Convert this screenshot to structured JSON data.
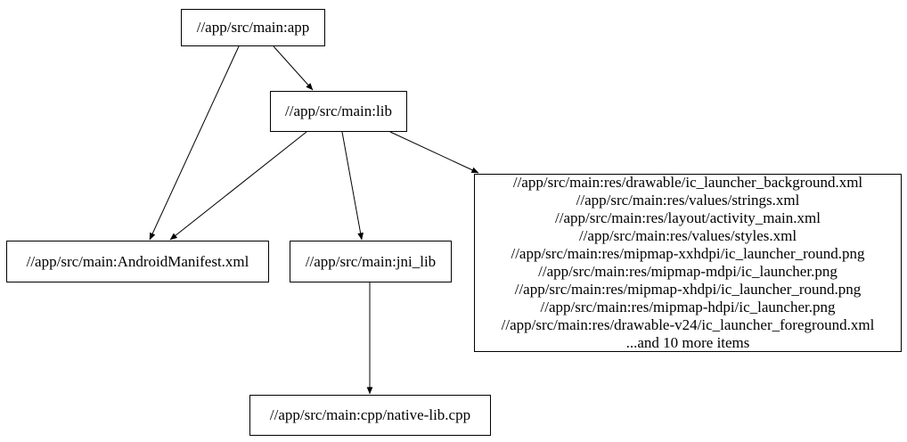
{
  "diagram": {
    "kind": "dependency-graph",
    "colors": {
      "background": "#ffffff",
      "node_fill": "#ffffff",
      "node_border": "#000000",
      "edge": "#000000",
      "text": "#000000"
    },
    "nodes": {
      "app": {
        "label": "//app/src/main:app"
      },
      "lib": {
        "label": "//app/src/main:lib"
      },
      "android_manifest": {
        "label": "//app/src/main:AndroidManifest.xml"
      },
      "jni_lib": {
        "label": "//app/src/main:jni_lib"
      },
      "resources": {
        "lines": [
          "//app/src/main:res/drawable/ic_launcher_background.xml",
          "//app/src/main:res/values/strings.xml",
          "//app/src/main:res/layout/activity_main.xml",
          "//app/src/main:res/values/styles.xml",
          "//app/src/main:res/mipmap-xxhdpi/ic_launcher_round.png",
          "//app/src/main:res/mipmap-mdpi/ic_launcher.png",
          "//app/src/main:res/mipmap-xhdpi/ic_launcher_round.png",
          "//app/src/main:res/mipmap-hdpi/ic_launcher.png",
          "//app/src/main:res/drawable-v24/ic_launcher_foreground.xml",
          "...and 10 more items"
        ]
      },
      "native_lib_cpp": {
        "label": "//app/src/main:cpp/native-lib.cpp"
      }
    },
    "edges": [
      {
        "from": "app",
        "to": "lib"
      },
      {
        "from": "app",
        "to": "android_manifest"
      },
      {
        "from": "lib",
        "to": "android_manifest"
      },
      {
        "from": "lib",
        "to": "jni_lib"
      },
      {
        "from": "lib",
        "to": "resources"
      },
      {
        "from": "jni_lib",
        "to": "native_lib_cpp"
      }
    ]
  }
}
